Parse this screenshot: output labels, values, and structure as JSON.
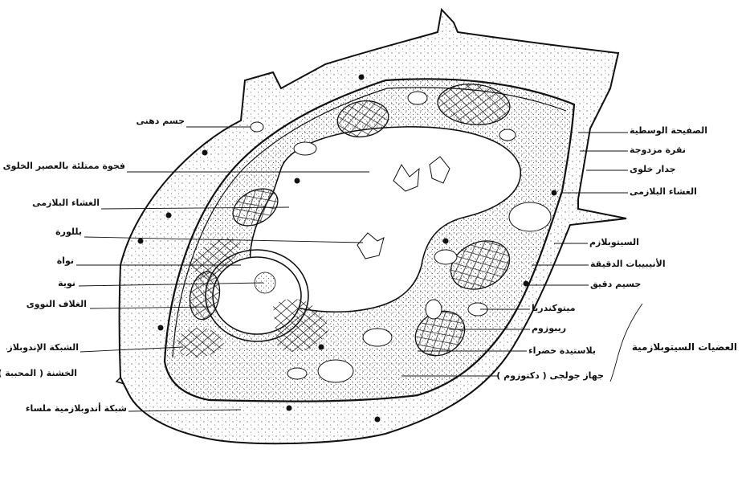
{
  "figure": {
    "ink_color": "#1a1a1a",
    "paper_color": "#ffffff",
    "labels_left": [
      "جسم دهنى",
      "فجوة ممتلئة بالعصير الخلوى",
      "الغشاء البلازمى",
      "بللورة",
      "نواة",
      "نوية",
      "الغلاف النووى",
      "الشبكة الإندوبلازمية",
      "الخشنة ( المحببة )",
      "شبكة أندوبلازمية ملساء"
    ],
    "labels_right": [
      "الصفيحة الوسطية",
      "نقرة مزدوجة",
      "جدار خلوى",
      "الغشاء البلازمى",
      "السيتوبلازم",
      "الأنيبيبات الدقيقة",
      "جسيم دقيق",
      "ميتوكندريا",
      "ريبوزوم",
      "بلاستيدة خضراء",
      "جهاز جولجى ( دكتوزوم )"
    ],
    "group_label": "العضيات السيتوبلازمية"
  }
}
